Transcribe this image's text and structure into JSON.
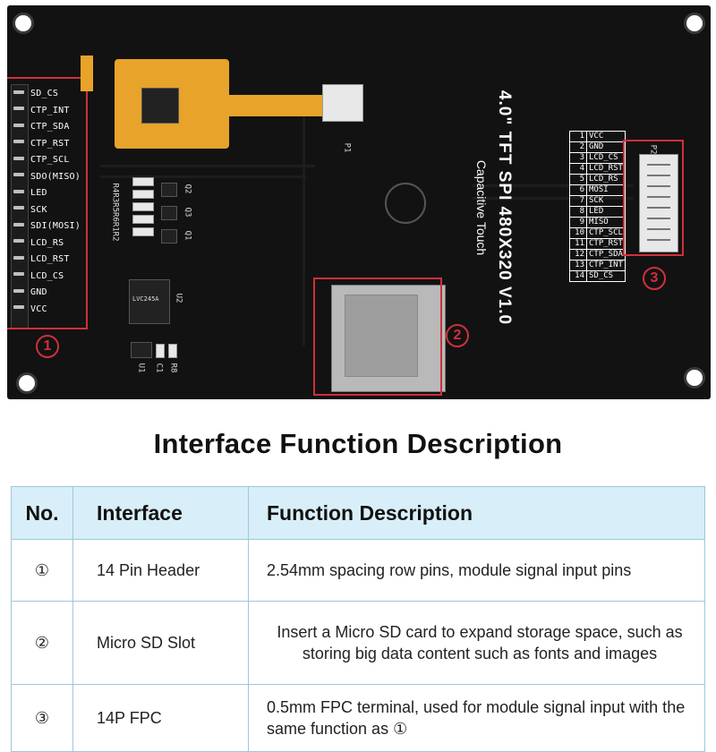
{
  "board": {
    "pin_labels": [
      "SD_CS",
      "CTP_INT",
      "CTP_SDA",
      "CTP_RST",
      "CTP_SCL",
      "SDO(MISO)",
      "LED",
      "SCK",
      "SDI(MOSI)",
      "LCD_RS",
      "LCD_RST",
      "LCD_CS",
      "GND",
      "VCC"
    ],
    "title_line1": "4.0\" TFT SPI 480X320 V1.0",
    "title_line2": "Capacitive Touch",
    "fpc_pins": [
      {
        "n": "1",
        "name": "VCC"
      },
      {
        "n": "2",
        "name": "GND"
      },
      {
        "n": "3",
        "name": "LCD_CS"
      },
      {
        "n": "4",
        "name": "LCD_RST"
      },
      {
        "n": "5",
        "name": "LCD_RS"
      },
      {
        "n": "6",
        "name": "MOSI"
      },
      {
        "n": "7",
        "name": "SCK"
      },
      {
        "n": "8",
        "name": "LED"
      },
      {
        "n": "9",
        "name": "MISO"
      },
      {
        "n": "10",
        "name": "CTP_SCL"
      },
      {
        "n": "11",
        "name": "CTP_RST"
      },
      {
        "n": "12",
        "name": "CTP_SDA"
      },
      {
        "n": "13",
        "name": "CTP_INT"
      },
      {
        "n": "14",
        "name": "SD_CS"
      }
    ],
    "callouts": [
      "1",
      "2",
      "3"
    ],
    "silk": {
      "p1": "P1",
      "p2": "P2",
      "u1": "U1",
      "u2": "U2",
      "c1": "C1",
      "r8": "R8",
      "q1": "Q1",
      "q2": "Q2",
      "q3": "Q3",
      "resistors": "R4R3R5R6R1R2",
      "chip_text": "LVC245A"
    },
    "accent_color": "#d0303a",
    "board_color": "#121212"
  },
  "heading": "Interface Function Description",
  "table": {
    "headers": {
      "no": "No.",
      "interface": "Interface",
      "function": "Function Description"
    },
    "rows": [
      {
        "no": "①",
        "interface": "14 Pin Header",
        "function": "2.54mm spacing row pins, module signal input pins"
      },
      {
        "no": "②",
        "interface": "Micro SD Slot",
        "function": "Insert a Micro SD card to expand storage space, such as storing big data content such as fonts and images"
      },
      {
        "no": "③",
        "interface": "14P FPC",
        "function": "0.5mm FPC terminal, used for module signal input with the same function as ①"
      }
    ],
    "header_bg": "#d8eef9",
    "border_color": "#9fc7dc"
  }
}
